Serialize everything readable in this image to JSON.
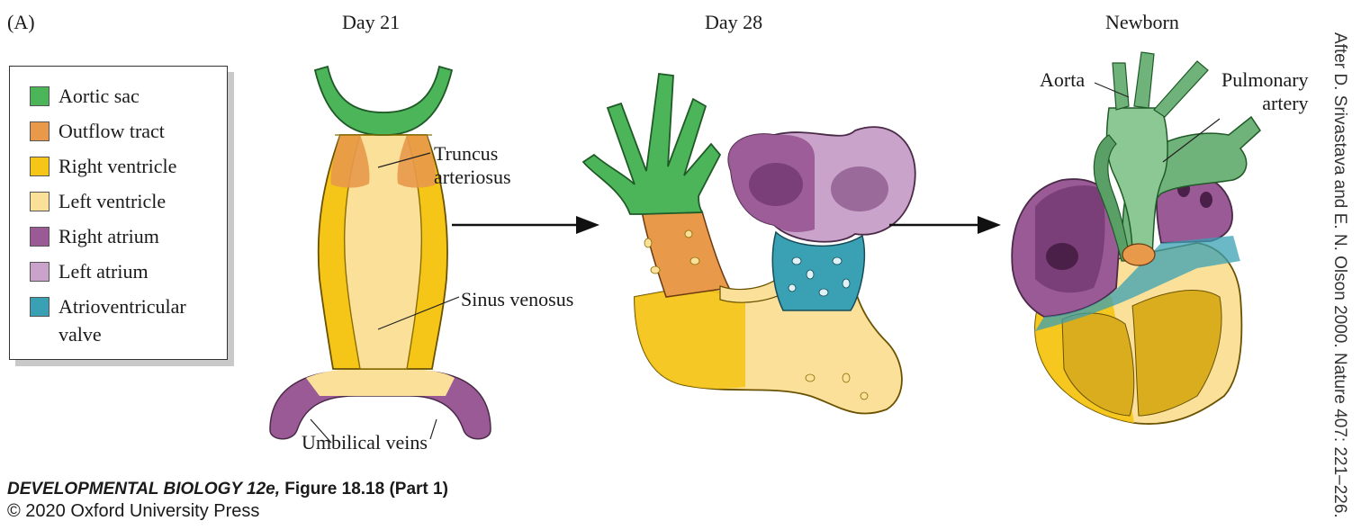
{
  "panel_label": "(A)",
  "stages": {
    "day21": "Day 21",
    "day28": "Day 28",
    "newborn": "Newborn"
  },
  "legend": [
    {
      "label": "Aortic sac",
      "color": "#4cb55a"
    },
    {
      "label": "Outflow tract",
      "color": "#e8994a"
    },
    {
      "label": "Right ventricle",
      "color": "#f5c518"
    },
    {
      "label": "Left ventricle",
      "color": "#fbe09a"
    },
    {
      "label": "Right atrium",
      "color": "#9a5a96"
    },
    {
      "label": "Left atrium",
      "color": "#c9a3c9"
    },
    {
      "label": "Atrioventricular valve",
      "color": "#3aa0b3"
    }
  ],
  "labels": {
    "truncus": "Truncus\narteriosus",
    "sinus": "Sinus venosus",
    "umbilical": "Umbilical veins",
    "aorta": "Aorta",
    "pulmonary": "Pulmonary\nartery"
  },
  "credit": "After D. Srivastava and E. N. Olson 2000. Nature 407: 221–226.",
  "caption": {
    "book": "DEVELOPMENTAL BIOLOGY 12e,",
    "figure": " Figure 18.18 (Part 1)",
    "copyright": "© 2020 Oxford University Press"
  }
}
